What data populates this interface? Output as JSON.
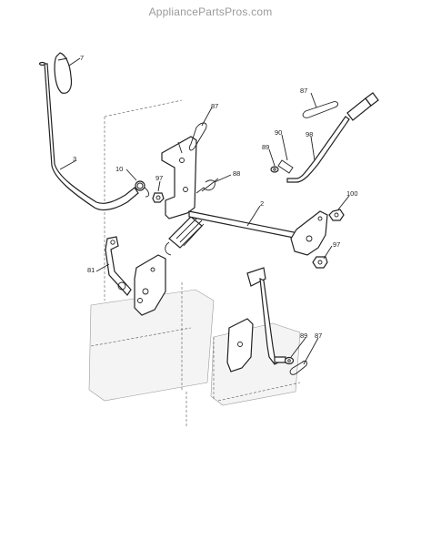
{
  "watermark": "AppliancePartsPros.com",
  "diagram": {
    "callouts": {
      "p7": "7",
      "p3": "3",
      "p10": "10",
      "p97a": "97",
      "p87a": "87",
      "p88": "88",
      "p2": "2",
      "p87b": "87",
      "p90": "90",
      "p98": "98",
      "p89a": "89",
      "p100": "100",
      "p97b": "97",
      "p81": "81",
      "p89b": "89",
      "p87c": "87"
    }
  }
}
